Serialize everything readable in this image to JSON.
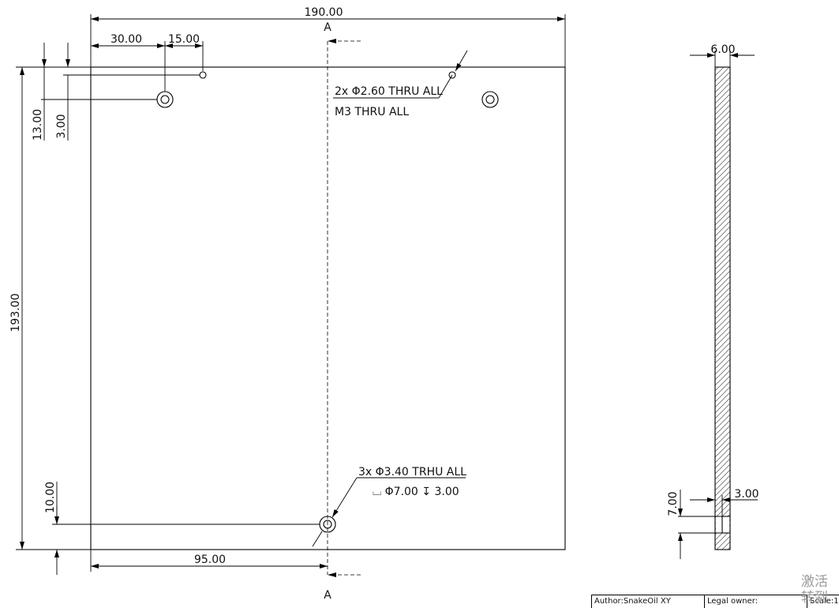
{
  "front_view": {
    "dim_width": "190.00",
    "dim_height": "193.00",
    "dim_hole_x": "30.00",
    "dim_hole_spacing": "15.00",
    "dim_hole_y_13": "13.00",
    "dim_hole_y_3": "3.00",
    "dim_bottom_hole_y": "10.00",
    "dim_bottom_hole_x": "95.00",
    "section_label_top": "A",
    "section_label_bottom": "A",
    "note_small_holes_line1": "2x Φ2.60 THRU ALL",
    "note_small_holes_line2": "M3 THRU ALL",
    "note_large_holes_line1": "3x Φ3.40 TRHU ALL",
    "note_large_holes_line2": "⌴ Φ7.00 ↧ 3.00"
  },
  "section_view": {
    "dim_thickness": "6.00",
    "dim_counterbore_depth": "3.00",
    "dim_counterbore_diameter": "7.00"
  },
  "title_block": {
    "author": "Author:SnakeOil XY",
    "legal_owner": "Legal owner:",
    "scale": "Scale:1"
  },
  "watermark": {
    "line1": "激活",
    "line2": "转到"
  }
}
